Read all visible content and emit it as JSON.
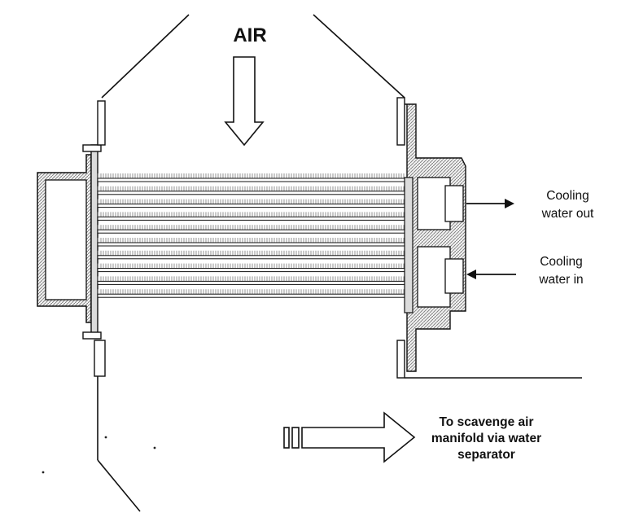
{
  "labels": {
    "air": "AIR",
    "cooling_water_out": [
      "Cooling",
      "water out"
    ],
    "cooling_water_in": [
      "Cooling",
      "water in"
    ],
    "outlet": [
      "To scavenge air",
      "manifold via water",
      "separator"
    ]
  },
  "colors": {
    "ink": "#111111",
    "paper": "#ffffff",
    "hatch": "#9a9a9a"
  }
}
